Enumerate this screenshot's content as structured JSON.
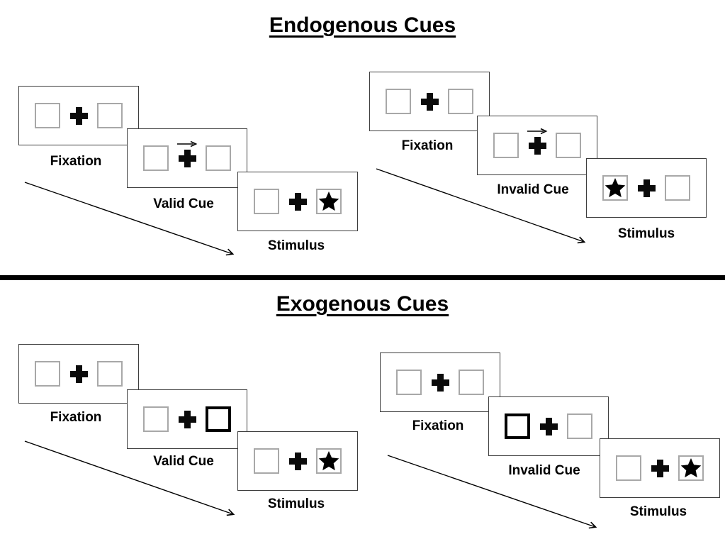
{
  "figure": {
    "sections": [
      {
        "title": "Endogenous Cues",
        "panels": [
          {
            "name": "endogenous-valid-trial",
            "steps": [
              {
                "label": "Fixation",
                "type": "fixation"
              },
              {
                "label": "Valid Cue",
                "type": "endogenous-arrow-cue",
                "cue_arrow_direction": "right"
              },
              {
                "label": "Stimulus",
                "type": "stimulus",
                "star_side": "right"
              }
            ]
          },
          {
            "name": "endogenous-invalid-trial",
            "steps": [
              {
                "label": "Fixation",
                "type": "fixation"
              },
              {
                "label": "Invalid Cue",
                "type": "endogenous-arrow-cue",
                "cue_arrow_direction": "right"
              },
              {
                "label": "Stimulus",
                "type": "stimulus",
                "star_side": "left"
              }
            ]
          }
        ]
      },
      {
        "title": "Exogenous Cues",
        "panels": [
          {
            "name": "exogenous-valid-trial",
            "steps": [
              {
                "label": "Fixation",
                "type": "fixation"
              },
              {
                "label": "Valid Cue",
                "type": "exogenous-box-cue",
                "highlighted_box_side": "right"
              },
              {
                "label": "Stimulus",
                "type": "stimulus",
                "star_side": "right"
              }
            ]
          },
          {
            "name": "exogenous-invalid-trial",
            "steps": [
              {
                "label": "Fixation",
                "type": "fixation"
              },
              {
                "label": "Invalid Cue",
                "type": "exogenous-box-cue",
                "highlighted_box_side": "left"
              },
              {
                "label": "Stimulus",
                "type": "stimulus",
                "star_side": "right"
              }
            ]
          }
        ]
      }
    ]
  },
  "icons": {
    "fixation_cross": "bold-black-plus",
    "cue_arrow": "thin-right-arrow",
    "star": "filled-five-point-star",
    "timeline_arrow": "diagonal-line-with-arrowhead"
  },
  "colors": {
    "background": "#ffffff",
    "ink": "#000000",
    "card_border": "#3d3d3d",
    "placeholder_box_border": "#a8a8a8",
    "cue_box_border": "#000000",
    "divider": "#000000"
  }
}
